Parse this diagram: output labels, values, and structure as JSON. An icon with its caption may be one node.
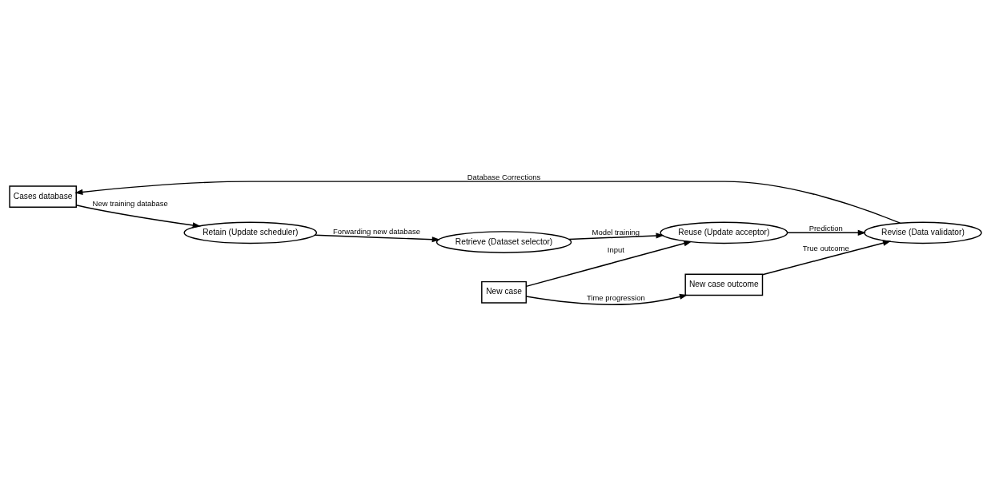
{
  "diagram": {
    "nodes": [
      {
        "text": [
          "Cases database"
        ]
      },
      {
        "text": [
          "Retrieve (Dataset selector)"
        ]
      },
      {
        "text": [
          "Reuse (Update acceptor)"
        ]
      },
      {
        "text": [
          "Revise (Data validator)"
        ]
      },
      {
        "text": [
          "Retain (Update scheduler)"
        ]
      },
      {
        "text": [
          "New case"
        ]
      },
      {
        "text": [
          "New case outcome"
        ]
      }
    ],
    "edges": [
      {
        "from": 4,
        "to": 1,
        "arrow": "to",
        "label": "Forwarding new database"
      },
      {
        "from": 1,
        "to": 2,
        "arrow": "to",
        "label": "Model training"
      },
      {
        "from": 2,
        "to": 3,
        "arrow": "to",
        "label": "Prediction"
      },
      {
        "from": 3,
        "to": 0,
        "arrow": "to",
        "label": "Database Corrections"
      },
      {
        "from": 0,
        "to": 4,
        "arrow": "to",
        "label": "New training database"
      },
      {
        "from": 5,
        "to": 2,
        "arrow": "to",
        "label": "Input"
      },
      {
        "from": 5,
        "to": 6,
        "arrow": "to",
        "label": "Time progression"
      },
      {
        "from": 6,
        "to": 3,
        "arrow": "to",
        "label": "True outcome"
      }
    ]
  }
}
